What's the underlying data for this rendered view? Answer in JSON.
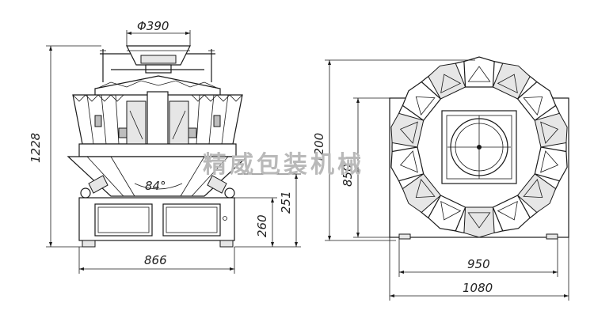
{
  "watermark": "精威包装机械",
  "front_view": {
    "hopper_diameter": "Φ390",
    "overall_height": "1228",
    "cone_angle": "84°",
    "base_height_a": "260",
    "base_height_b": "251",
    "base_width": "866"
  },
  "top_view": {
    "outer_size": "1200",
    "inner_size": "850",
    "frame_width": "950",
    "overall_width": "1080"
  }
}
